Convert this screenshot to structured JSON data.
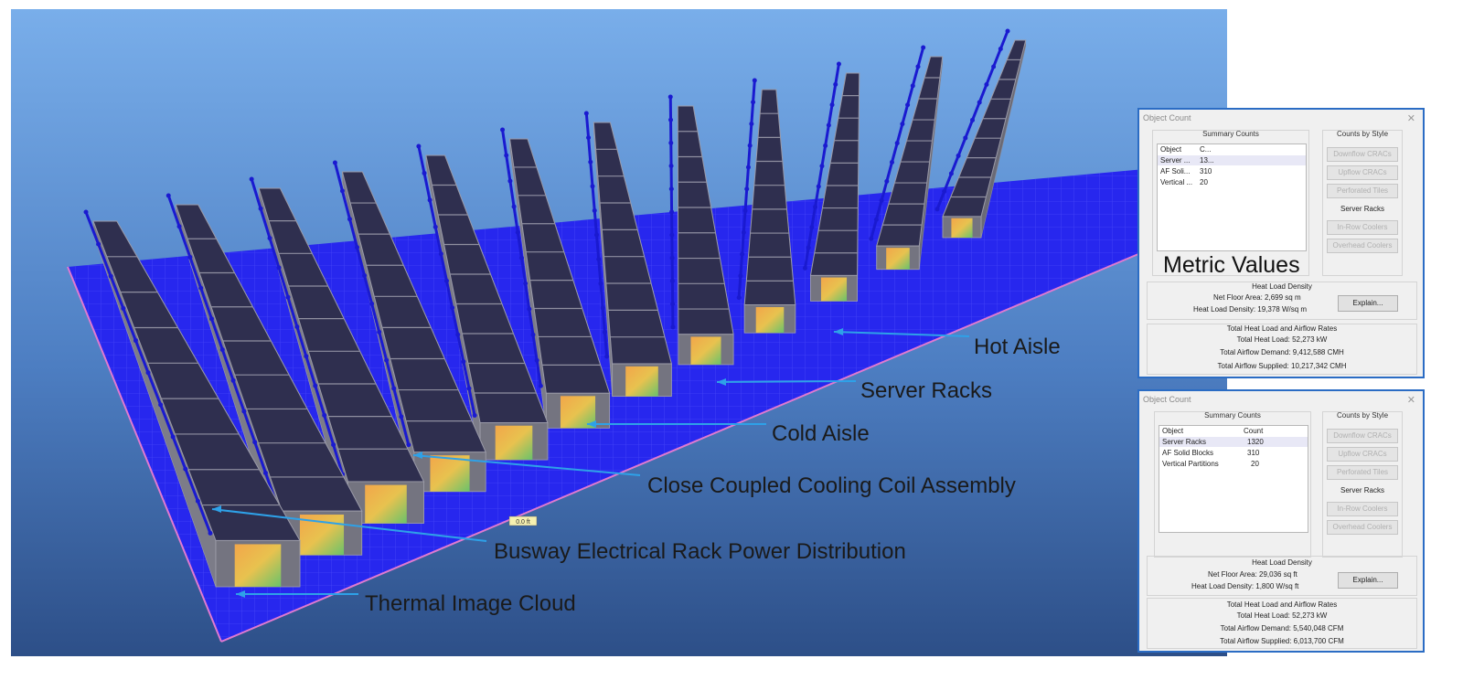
{
  "labels": {
    "hot_aisle": "Hot Aisle",
    "server_racks": "Server Racks",
    "cold_aisle": "Cold Aisle",
    "cooling_coil": "Close Coupled Cooling Coil Assembly",
    "busway": "Busway Electrical Rack Power Distribution",
    "thermal_cloud": "Thermal Image Cloud",
    "metric_values": "Metric Values"
  },
  "scale_tag": "0.0 ft",
  "colors": {
    "floor": "#2727ee",
    "accent": "#2b6cc4",
    "callout_line": "#2ea1e8"
  },
  "dialog_metric": {
    "title": "Object Count",
    "summary_title": "Summary Counts",
    "headers": [
      "Object",
      "C..."
    ],
    "rows": [
      [
        "Server ...",
        "13..."
      ],
      [
        "AF Soli...",
        "310"
      ],
      [
        "Vertical ...",
        "20"
      ]
    ],
    "style_title": "Counts by Style",
    "style_buttons": [
      "Downflow CRACs",
      "Upflow CRACs",
      "Perforated Tiles",
      "Server Racks",
      "In-Row Coolers",
      "Overhead Coolers"
    ],
    "heat_density_title": "Heat Load Density",
    "net_floor_area": "Net Floor Area: 2,699 sq m",
    "heat_load_density": "Heat Load Density: 19,378 W/sq m",
    "explain": "Explain...",
    "totals_title": "Total Heat Load and Airflow Rates",
    "total_heat_load": "Total Heat Load: 52,273 kW",
    "total_airflow_demand": "Total Airflow Demand: 9,412,588 CMH",
    "total_airflow_supplied": "Total Airflow Supplied: 10,217,342 CMH"
  },
  "dialog_imperial": {
    "title": "Object Count",
    "summary_title": "Summary Counts",
    "headers": [
      "Object",
      "Count"
    ],
    "rows": [
      [
        "Server Racks",
        "1320"
      ],
      [
        "AF Solid Blocks",
        "310"
      ],
      [
        "Vertical Partitions",
        "20"
      ]
    ],
    "style_title": "Counts by Style",
    "style_buttons": [
      "Downflow CRACs",
      "Upflow CRACs",
      "Perforated Tiles",
      "Server Racks",
      "In-Row Coolers",
      "Overhead Coolers"
    ],
    "heat_density_title": "Heat Load Density",
    "net_floor_area": "Net Floor Area: 29,036 sq ft",
    "heat_load_density": "Heat Load Density: 1,800 W/sq ft",
    "explain": "Explain...",
    "totals_title": "Total Heat Load and Airflow Rates",
    "total_heat_load": "Total Heat Load: 52,273 kW",
    "total_airflow_demand": "Total Airflow Demand: 5,540,048 CFM",
    "total_airflow_supplied": "Total Airflow Supplied: 6,013,700 CFM"
  }
}
